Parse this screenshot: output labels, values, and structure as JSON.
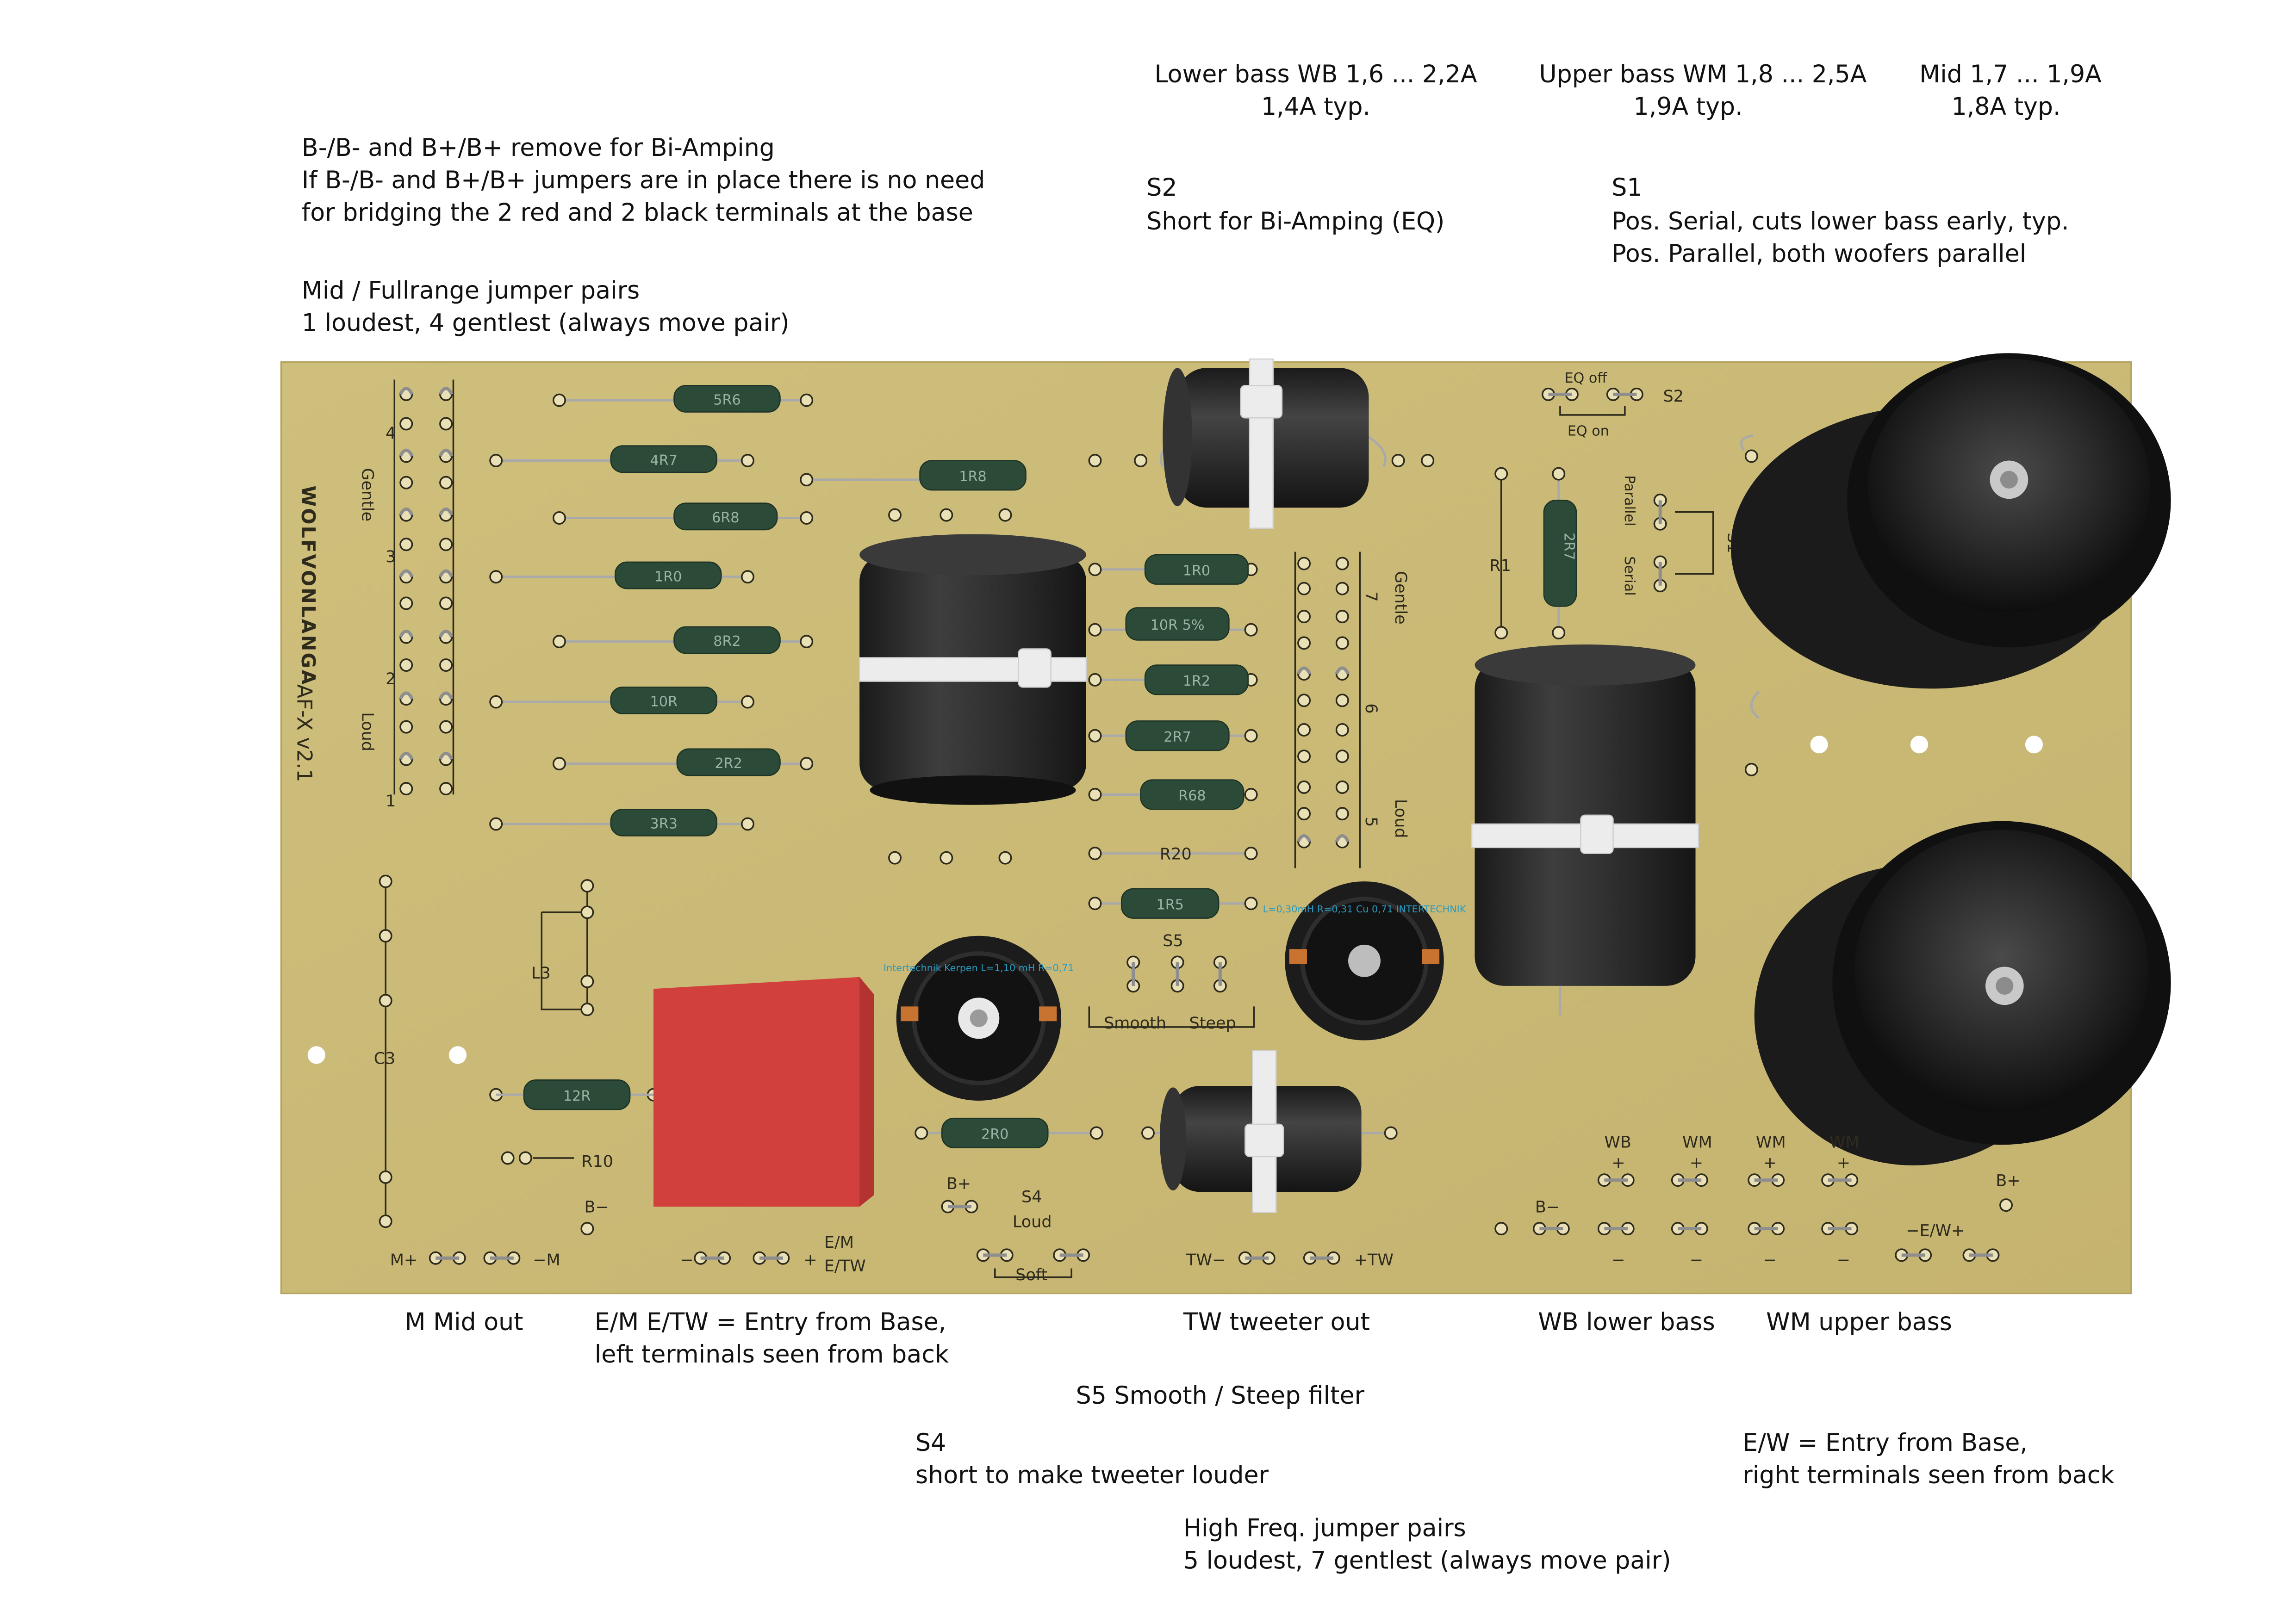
{
  "annotations": {
    "bi_amping": {
      "line1": "B-/B- and B+/B+ remove for Bi-Amping",
      "line2": "If B-/B- and B+/B+ jumpers are in place there is no need",
      "line3": "for bridging the 2 red and 2 black terminals at the base"
    },
    "mid_jumpers": {
      "line1": "Mid / Fullrange jumper pairs",
      "line2": "1 loudest, 4 gentlest (always move pair)"
    },
    "lower_bass": {
      "line1": "Lower bass WB 1,6 ... 2,2A",
      "line2": "1,4A typ."
    },
    "upper_bass": {
      "line1": "Upper bass WM 1,8 ... 2,5A",
      "line2": "1,9A typ."
    },
    "mid": {
      "line1": "Mid 1,7 ... 1,9A",
      "line2": "1,8A typ."
    },
    "s2": {
      "line1": "S2",
      "line2": "Short for Bi-Amping (EQ)"
    },
    "s1": {
      "line1": "S1",
      "line2": "Pos. Serial, cuts lower bass early, typ.",
      "line3": "Pos. Parallel, both woofers parallel"
    },
    "m_out": "M Mid out",
    "em_etw": {
      "line1": "E/M E/TW = Entry from Base,",
      "line2": "left terminals seen from back"
    },
    "tw_out": "TW tweeter out",
    "wb": "WB lower bass",
    "wm": "WM upper bass",
    "s5": "S5 Smooth / Steep filter",
    "s4": {
      "line1": "S4",
      "line2": "short to make tweeter louder"
    },
    "ew": {
      "line1": "E/W = Entry from Base,",
      "line2": "right terminals seen from back"
    },
    "hf_jumpers": {
      "line1": "High Freq. jumper pairs",
      "line2": "5 loudest, 7 gentlest (always move pair)"
    }
  },
  "board": {
    "brand": "WOLFVONLANGA",
    "model": "AF-X v2.1",
    "silk": {
      "n4": "4",
      "n3": "3",
      "n2": "2",
      "n1": "1",
      "gentle_left": "Gentle",
      "loud_left": "Loud",
      "n7": "7",
      "n6": "6",
      "n5": "5",
      "gentle_right": "Gentle",
      "loud_right": "Loud",
      "eq_off": "EQ off",
      "eq_on": "EQ on",
      "s2": "S2",
      "parallel": "Parallel",
      "serial": "Serial",
      "s1": "S1",
      "r1": "R1",
      "r20": "R20",
      "s5": "S5",
      "smooth": "Smooth",
      "steep": "Steep",
      "l3": "L3",
      "c3": "C3",
      "r10": "R10",
      "b_minus_left": "B−",
      "b_plus_mid": "B+",
      "s4": "S4",
      "loud": "Loud",
      "soft": "Soft",
      "m_plus": "M+",
      "m_minus": "−M",
      "em": "E/M",
      "etw": "E/TW",
      "minus": "−",
      "plus": "+",
      "tw_minus": "TW−",
      "tw_plus": "+TW",
      "wb": "WB",
      "wm1": "WM",
      "wm2": "WM",
      "wm3": "WM",
      "b_minus_right": "B−",
      "b_plus_right": "B+",
      "ew_terms": "−E/W+"
    },
    "resistors": {
      "r_a": "5R6",
      "r_b": "4R7",
      "r_c": "6R8",
      "r_d": "1R0",
      "r_e": "8R2",
      "r_f": "10R",
      "r_g": "2R2",
      "r_h": "3R3",
      "r_i": "12R",
      "r_j": "1R0",
      "r_k": "10R 5%",
      "r_l": "1R2",
      "r_m": "2R7",
      "r_n": "R68",
      "r_o": "1R5",
      "r_p": "1R8",
      "r_q": "2R0",
      "r_r": "2R7"
    },
    "inductor_labels": {
      "left": "Intertechnik Kerpen L=1,10 mH R=0,71",
      "right": "L=0,30mH R=0,31 Cu 0,71 INTERTECHNIK"
    }
  }
}
